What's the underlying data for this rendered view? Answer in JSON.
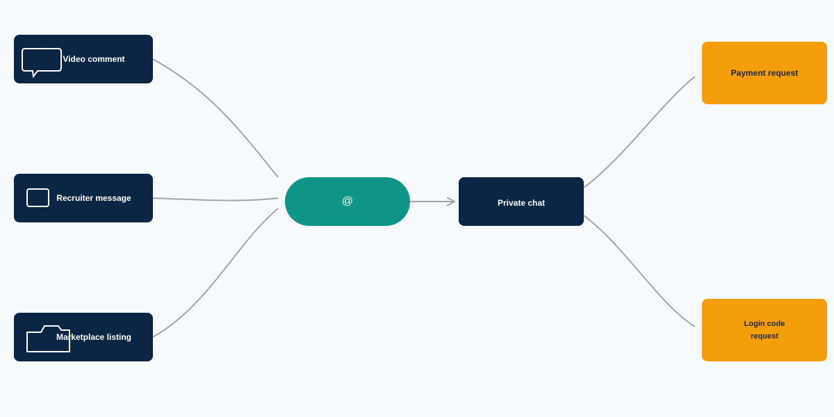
{
  "sources": [
    {
      "label": "Video comment",
      "icon": "speech-bubble-icon"
    },
    {
      "label": "Recruiter message",
      "icon": "square-icon"
    },
    {
      "label": "Marketplace listing",
      "icon": "folder-icon"
    }
  ],
  "hub": {
    "label": "@"
  },
  "destination": {
    "label": "Private chat"
  },
  "outcomes": [
    {
      "label": "Payment request"
    },
    {
      "label_line1": "Login code",
      "label_line2": "request"
    }
  ],
  "colors": {
    "background": "#f7fafc",
    "source_nodes": "#0b2545",
    "hub": "#0f9488",
    "outcome_nodes": "#f59e0b",
    "connectors": "#a0a6ae"
  }
}
